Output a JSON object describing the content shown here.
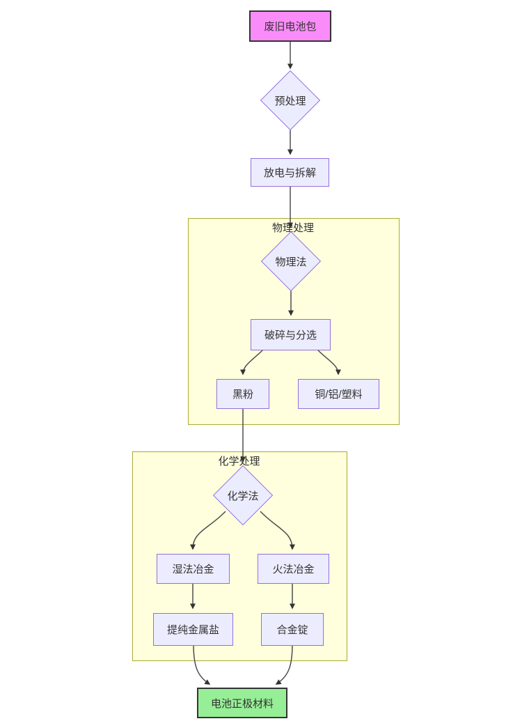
{
  "diagram": {
    "type": "flowchart",
    "direction": "top-down",
    "nodes": {
      "battery_pack": {
        "label": "废旧电池包",
        "shape": "rect"
      },
      "pre_treatment": {
        "label": "预处理",
        "shape": "diamond"
      },
      "discharge": {
        "label": "放电与拆解",
        "shape": "rect"
      },
      "physical_method": {
        "label": "物理法",
        "shape": "diamond"
      },
      "crush_sort": {
        "label": "破碎与分选",
        "shape": "rect"
      },
      "black_mass": {
        "label": "黑粉",
        "shape": "rect"
      },
      "cu_al_plastic": {
        "label": "铜/铝/塑料",
        "shape": "rect"
      },
      "chemical_method": {
        "label": "化学法",
        "shape": "diamond"
      },
      "hydrometallurgy": {
        "label": "湿法冶金",
        "shape": "rect"
      },
      "pyrometallurgy": {
        "label": "火法冶金",
        "shape": "rect"
      },
      "purified_metal_salt": {
        "label": "提纯金属盐",
        "shape": "rect"
      },
      "alloy_ingot": {
        "label": "合金锭",
        "shape": "rect"
      },
      "cathode_material": {
        "label": "电池正极材料",
        "shape": "rect"
      }
    },
    "subgraphs": {
      "physical": {
        "label": "物理处理"
      },
      "chemical": {
        "label": "化学处理"
      }
    },
    "edges": [
      {
        "from": "battery_pack",
        "to": "pre_treatment"
      },
      {
        "from": "pre_treatment",
        "to": "discharge"
      },
      {
        "from": "discharge",
        "to": "physical_method"
      },
      {
        "from": "physical_method",
        "to": "crush_sort"
      },
      {
        "from": "crush_sort",
        "to": "black_mass"
      },
      {
        "from": "crush_sort",
        "to": "cu_al_plastic"
      },
      {
        "from": "black_mass",
        "to": "chemical_method"
      },
      {
        "from": "chemical_method",
        "to": "hydrometallurgy"
      },
      {
        "from": "chemical_method",
        "to": "pyrometallurgy"
      },
      {
        "from": "hydrometallurgy",
        "to": "purified_metal_salt"
      },
      {
        "from": "pyrometallurgy",
        "to": "alloy_ingot"
      },
      {
        "from": "purified_metal_salt",
        "to": "cathode_material"
      },
      {
        "from": "alloy_ingot",
        "to": "cathode_material"
      }
    ],
    "colors": {
      "node_fill": "#ECECFF",
      "node_border": "#9370DB",
      "subgraph_fill": "#FFFFDE",
      "subgraph_border": "#AAAA33",
      "start_fill": "#FA8CFA",
      "end_fill": "#96EE96",
      "strong_border": "#333333",
      "edge": "#4D4D4D",
      "text": "#333333"
    }
  }
}
